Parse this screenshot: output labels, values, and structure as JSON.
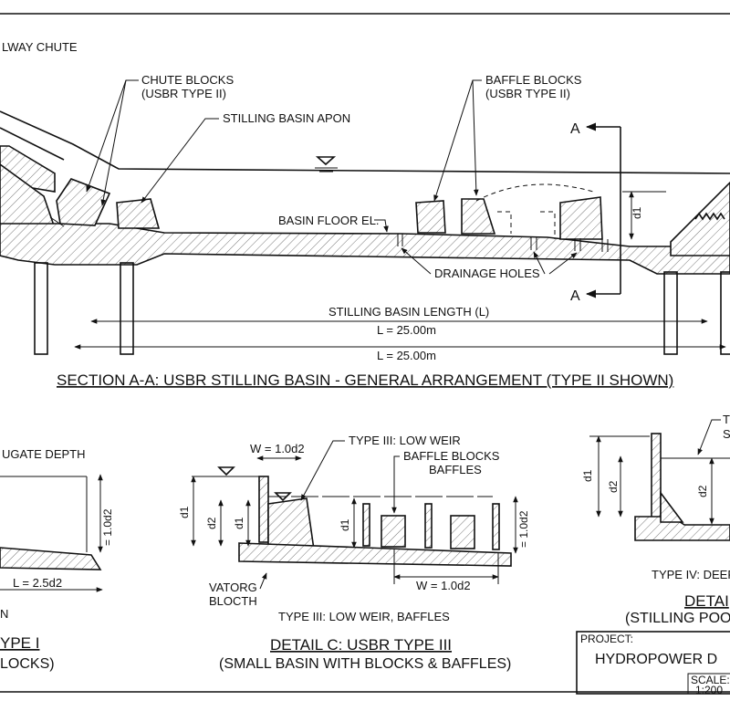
{
  "section_a": {
    "spillway_label": "LWAY CHUTE",
    "chute_blocks": "CHUTE BLOCKS",
    "chute_blocks_type": "(USBR TYPE II)",
    "apron": "STILLING BASIN APON",
    "baffle_blocks": "BAFFLE BLOCKS",
    "baffle_blocks_type": "(USBR TYPE II)",
    "section_marker": "A",
    "basin_floor": "BASIN FLOOR EL.",
    "drainage": "DRAINAGE HOLES",
    "d1": "d1",
    "length_label": "STILLING BASIN LENGTH (L)",
    "length_value_1": "L = 25.00m",
    "length_value_2": "L = 25.00m",
    "title": "SECTION A-A: USBR STILLING BASIN - GENERAL ARRANGEMENT (TYPE II SHOWN)"
  },
  "detail_b": {
    "conjugate": "UGATE DEPTH",
    "dim_right": "= 1.0d2",
    "length": "L = 2.5d2",
    "bottom_note": "N",
    "title": "YPE I",
    "subtitle": "LOCKS)"
  },
  "detail_c": {
    "w_top": "W = 1.0d2",
    "low_weir": "TYPE III: LOW WEIR",
    "baffle_blocks": "BAFFLE BLOCKS",
    "baffles": "BAFFLES",
    "d1_left": "d1",
    "d2_left": "d2",
    "d1_mid": "d1",
    "d1_inner": "d1",
    "dim_right": "= 1.0d2",
    "vatorg": "VATORG",
    "blocth": "BLOCTH",
    "w_bottom": "W = 1.0d2",
    "note": "TYPE III: LOW WEIR, BAFFLES",
    "title": "DETAIL C: USBR TYPE III",
    "subtitle": "(SMALL BASIN WITH BLOCKS & BAFFLES)"
  },
  "detail_d": {
    "label_t": "T",
    "label_s": "S",
    "d1": "d1",
    "d2_inner": "d2",
    "d2": "d2",
    "note": "TYPE IV: DEEF",
    "title": "DETAI",
    "subtitle": "(STILLING POO"
  },
  "title_block": {
    "project_label": "PROJECT:",
    "project_name": "HYDROPOWER D",
    "scale_label": "SCALE:",
    "scale_value": "1:200"
  }
}
